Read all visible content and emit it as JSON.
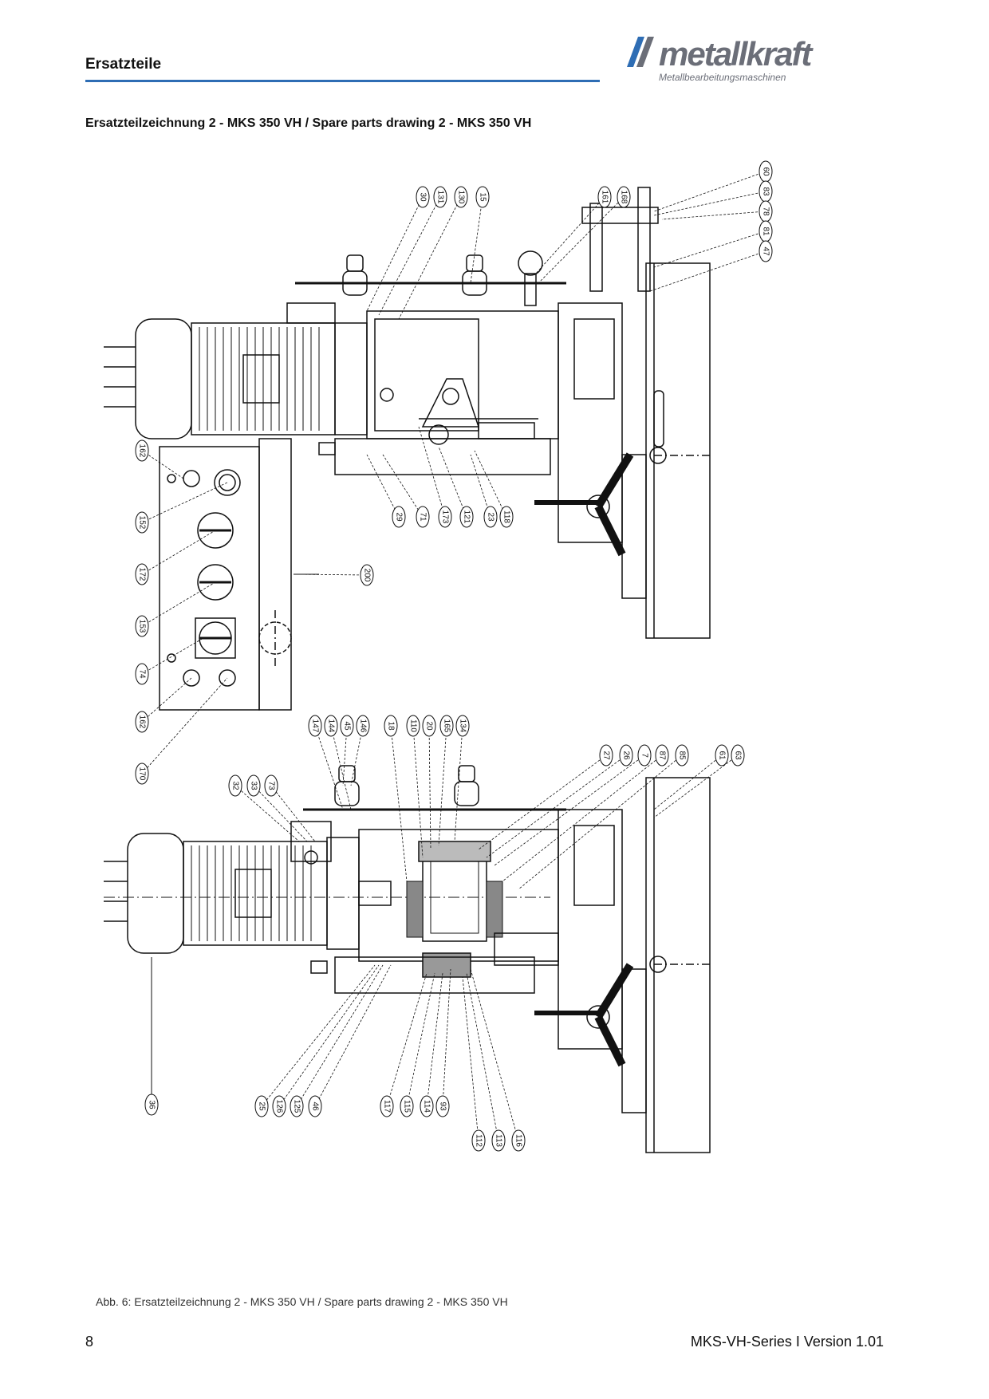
{
  "header": {
    "section_title": "Ersatzteile",
    "logo_word": "metallkraft",
    "logo_sub": "Metallbearbeitungsmaschinen",
    "brand_color": "#2e6db4",
    "logo_color": "#6b6e78"
  },
  "subtitle": "Ersatzteilzeichnung 2 - MKS 350 VH / Spare parts drawing 2 - MKS 350 VH",
  "drawing": {
    "top_labels": [
      "30",
      "131",
      "130",
      "15",
      "161",
      "168",
      "60",
      "83",
      "78",
      "81",
      "47"
    ],
    "upper_left_labels": [
      "162",
      "152",
      "172",
      "153",
      "74",
      "162",
      "170"
    ],
    "upper_bottom_labels": [
      "29",
      "71",
      "173",
      "121",
      "23",
      "118",
      "200"
    ],
    "lower_top_labels": [
      "147",
      "144",
      "45",
      "146",
      "18",
      "110",
      "20",
      "165",
      "134",
      "27",
      "26",
      "7",
      "87",
      "85",
      "61",
      "63"
    ],
    "lower_side_labels": [
      "32",
      "33",
      "73"
    ],
    "lower_bottom_labels": [
      "36",
      "25",
      "126",
      "125",
      "46",
      "117",
      "115",
      "114",
      "93",
      "112",
      "113",
      "116"
    ]
  },
  "caption": "Abb. 6: Ersatzteilzeichnung 2 - MKS 350 VH / Spare parts drawing 2 - MKS 350 VH",
  "footer": {
    "page_number": "8",
    "doc_version": "MKS-VH-Series I Version 1.01"
  }
}
